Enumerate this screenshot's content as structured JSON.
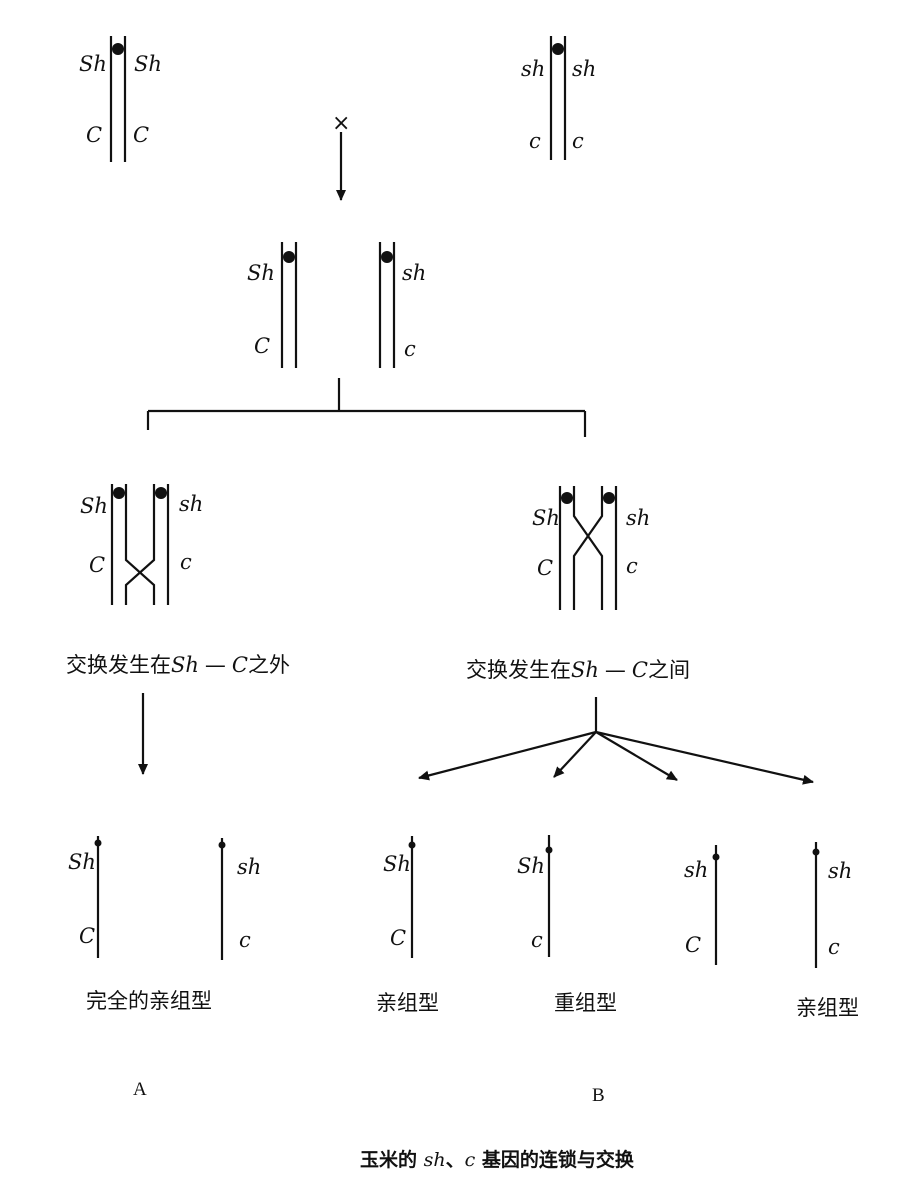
{
  "alleles": {
    "Sh": "Sh",
    "sh": "sh",
    "C": "C",
    "c": "c"
  },
  "cross_symbol": "×",
  "crossover_outside": {
    "prefix": "交换发生在",
    "gene1": "Sh",
    "dash": "—",
    "gene2": "C",
    "suffix": "之外"
  },
  "crossover_between": {
    "prefix": "交换发生在",
    "gene1": "Sh",
    "dash": "—",
    "gene2": "C",
    "suffix": "之间"
  },
  "types": {
    "complete_parental": "完全的亲组型",
    "parental": "亲组型",
    "recombinant": "重组型"
  },
  "panels": {
    "a": "A",
    "b": "B"
  },
  "caption": {
    "prefix": "玉米的 ",
    "gene1": "sh",
    "sep": "、",
    "gene2": "c",
    "suffix": " 基因的连锁与交换"
  }
}
